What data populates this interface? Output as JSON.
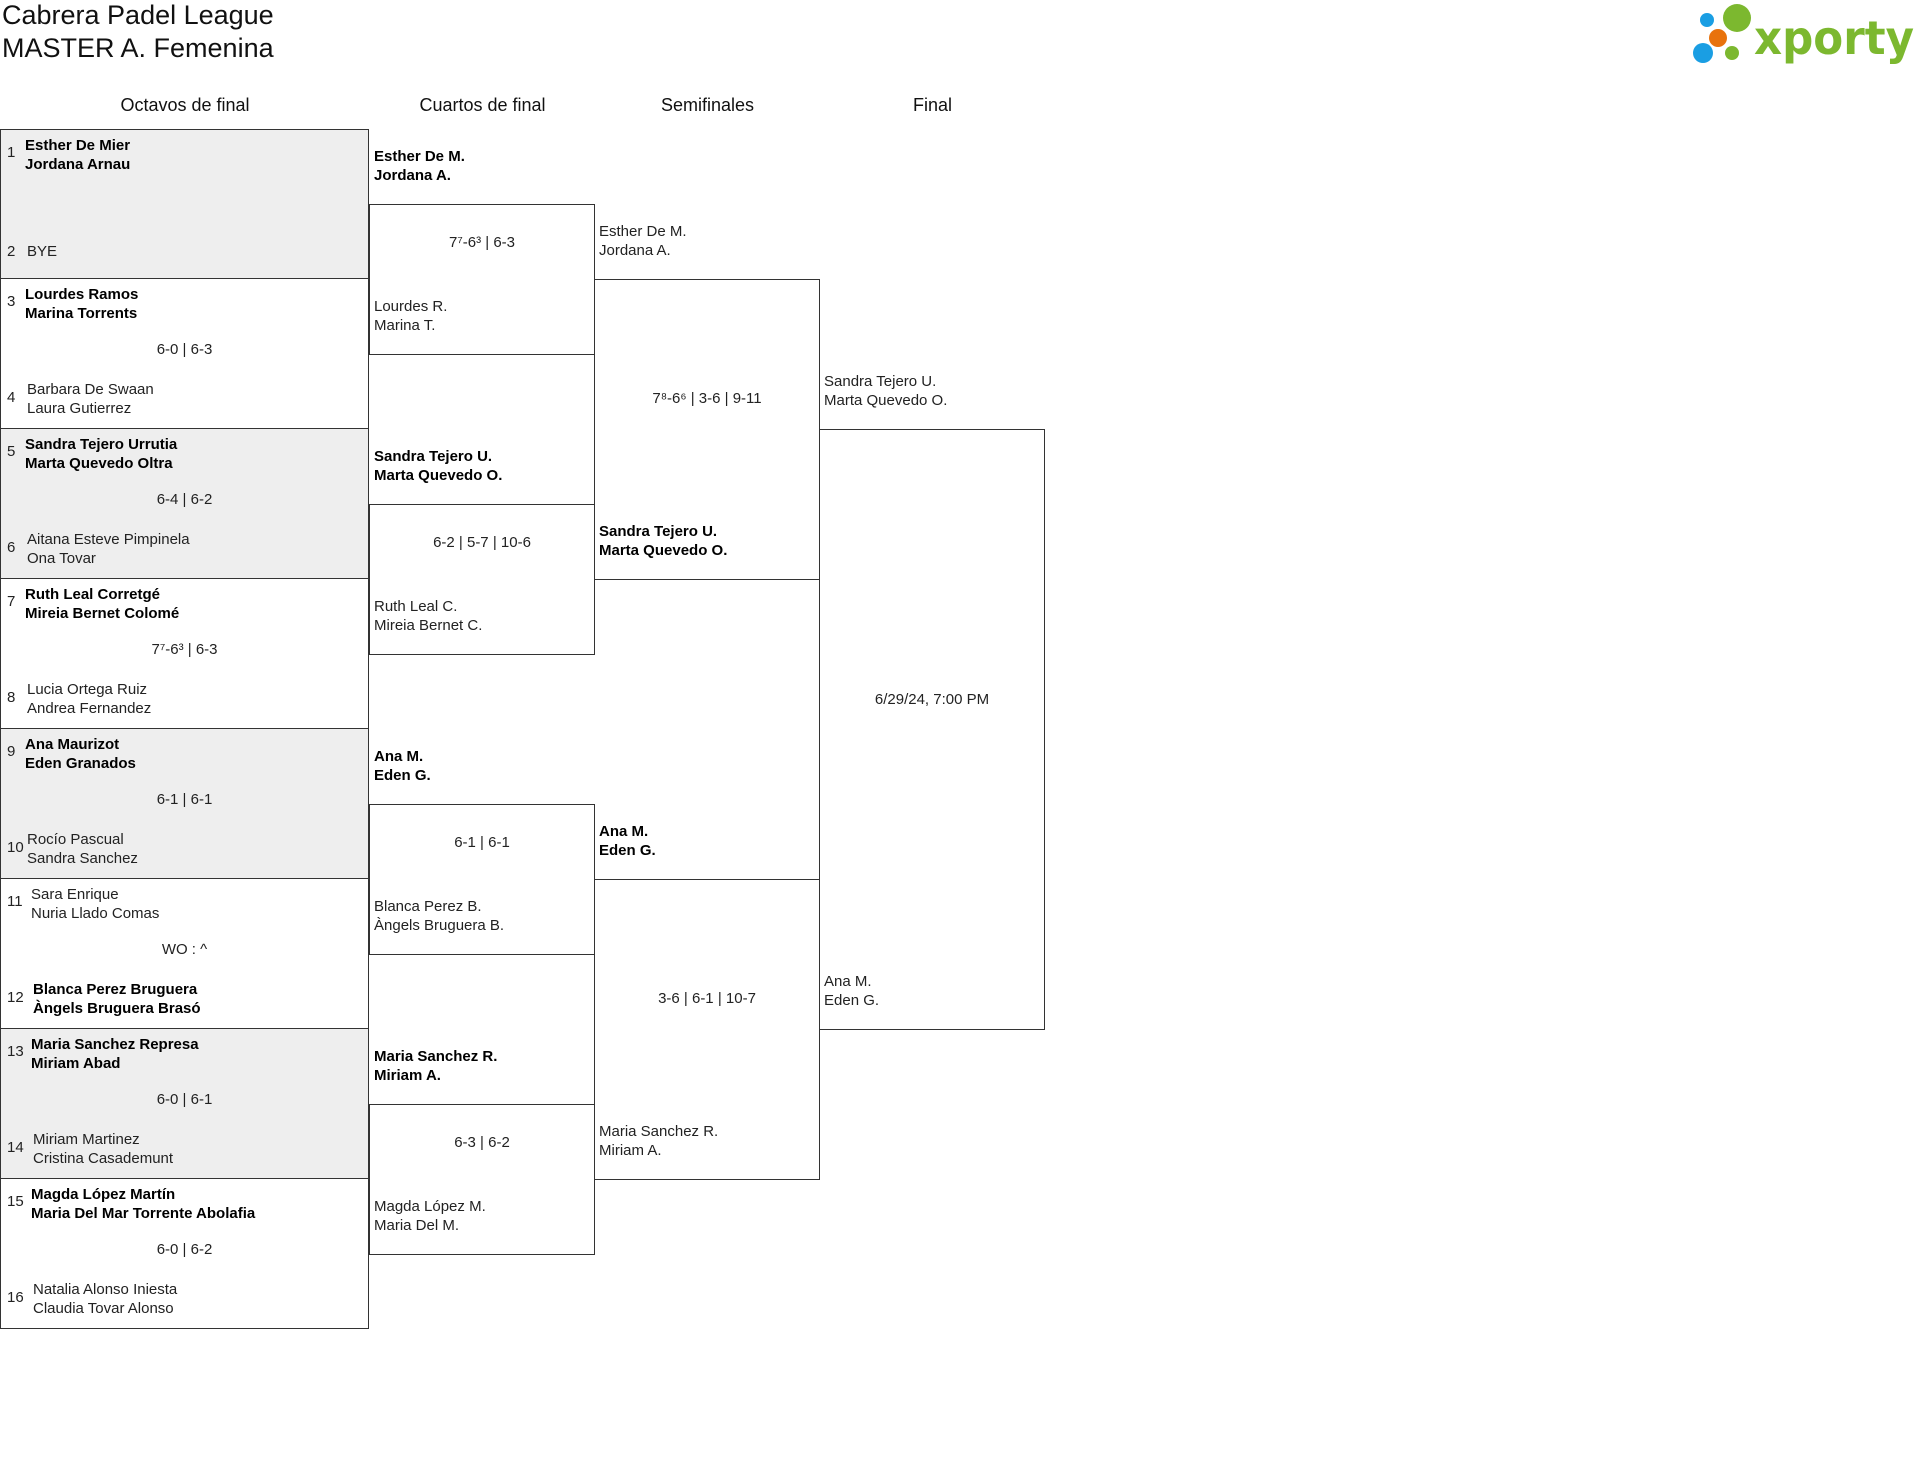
{
  "header": {
    "title": "Cabrera Padel League",
    "subtitle": "MASTER A. Femenina",
    "logo_text": "xporty",
    "logo_colors": {
      "green": "#7cb82f",
      "blue": "#1a9ee3",
      "orange": "#e8720c"
    }
  },
  "rounds": [
    "Octavos de final",
    "Cuartos de final",
    "Semifinales",
    "Final"
  ],
  "round_of_16": [
    {
      "seed_a": "1",
      "team_a": [
        "Esther De Mier",
        "Jordana Arnau"
      ],
      "seed_b": "2",
      "team_b": [
        "BYE"
      ],
      "score": "",
      "winner": "a"
    },
    {
      "seed_a": "3",
      "team_a": [
        "Lourdes Ramos",
        "Marina Torrents"
      ],
      "seed_b": "4",
      "team_b": [
        "Barbara De Swaan",
        "Laura Gutierrez"
      ],
      "score": "6-0 | 6-3",
      "winner": "a"
    },
    {
      "seed_a": "5",
      "team_a": [
        "Sandra Tejero Urrutia",
        "Marta Quevedo Oltra"
      ],
      "seed_b": "6",
      "team_b": [
        "Aitana Esteve Pimpinela",
        "Ona Tovar"
      ],
      "score": "6-4 | 6-2",
      "winner": "a"
    },
    {
      "seed_a": "7",
      "team_a": [
        "Ruth Leal Corretgé",
        "Mireia Bernet Colomé"
      ],
      "seed_b": "8",
      "team_b": [
        "Lucia Ortega Ruiz",
        "Andrea Fernandez"
      ],
      "score": "7⁷-6³ | 6-3",
      "winner": "a"
    },
    {
      "seed_a": "9",
      "team_a": [
        "Ana Maurizot",
        "Eden Granados"
      ],
      "seed_b": "10",
      "team_b": [
        "Rocío Pascual",
        "Sandra Sanchez"
      ],
      "score": "6-1 | 6-1",
      "winner": "a"
    },
    {
      "seed_a": "11",
      "team_a": [
        "Sara Enrique",
        "Nuria Llado Comas"
      ],
      "seed_b": "12",
      "team_b": [
        "Blanca Perez Bruguera",
        "Àngels Bruguera Brasó"
      ],
      "score": "WO : ^",
      "winner": "b"
    },
    {
      "seed_a": "13",
      "team_a": [
        "Maria Sanchez Represa",
        "Miriam Abad"
      ],
      "seed_b": "14",
      "team_b": [
        "Miriam Martinez",
        "Cristina Casademunt"
      ],
      "score": "6-0 | 6-1",
      "winner": "a"
    },
    {
      "seed_a": "15",
      "team_a": [
        "Magda López Martín",
        "Maria Del Mar Torrente Abolafia"
      ],
      "seed_b": "16",
      "team_b": [
        "Natalia Alonso Iniesta",
        "Claudia Tovar Alonso"
      ],
      "score": "6-0 | 6-2",
      "winner": "a"
    }
  ],
  "quarterfinals": [
    {
      "team_a": [
        "Esther De M.",
        "Jordana A."
      ],
      "team_b": [
        "Lourdes R.",
        "Marina T."
      ],
      "score": "7⁷-6³ | 6-3",
      "winner": "a"
    },
    {
      "team_a": [
        "Sandra Tejero U.",
        "Marta Quevedo O."
      ],
      "team_b": [
        "Ruth Leal C.",
        "Mireia Bernet C."
      ],
      "score": "6-2 | 5-7 | 10-6",
      "winner": "a"
    },
    {
      "team_a": [
        "Ana M.",
        "Eden G."
      ],
      "team_b": [
        "Blanca Perez B.",
        "Àngels Bruguera B."
      ],
      "score": "6-1 | 6-1",
      "winner": "a"
    },
    {
      "team_a": [
        "Maria Sanchez R.",
        "Miriam A."
      ],
      "team_b": [
        "Magda López M.",
        "Maria Del M."
      ],
      "score": "6-3 | 6-2",
      "winner": "a"
    }
  ],
  "semifinals": [
    {
      "team_a": [
        "Esther De M.",
        "Jordana A."
      ],
      "team_b": [
        "Sandra Tejero U.",
        "Marta Quevedo O."
      ],
      "score": "7⁸-6⁶ | 3-6 | 9-11",
      "winner": "b"
    },
    {
      "team_a": [
        "Ana M.",
        "Eden G."
      ],
      "team_b": [
        "Maria Sanchez R.",
        "Miriam A."
      ],
      "score": "3-6 | 6-1 | 10-7",
      "winner": "a"
    }
  ],
  "final": {
    "team_a": [
      "Sandra Tejero U.",
      "Marta Quevedo O."
    ],
    "team_b": [
      "Ana M.",
      "Eden G."
    ],
    "score": "6/29/24, 7:00 PM",
    "winner": ""
  }
}
